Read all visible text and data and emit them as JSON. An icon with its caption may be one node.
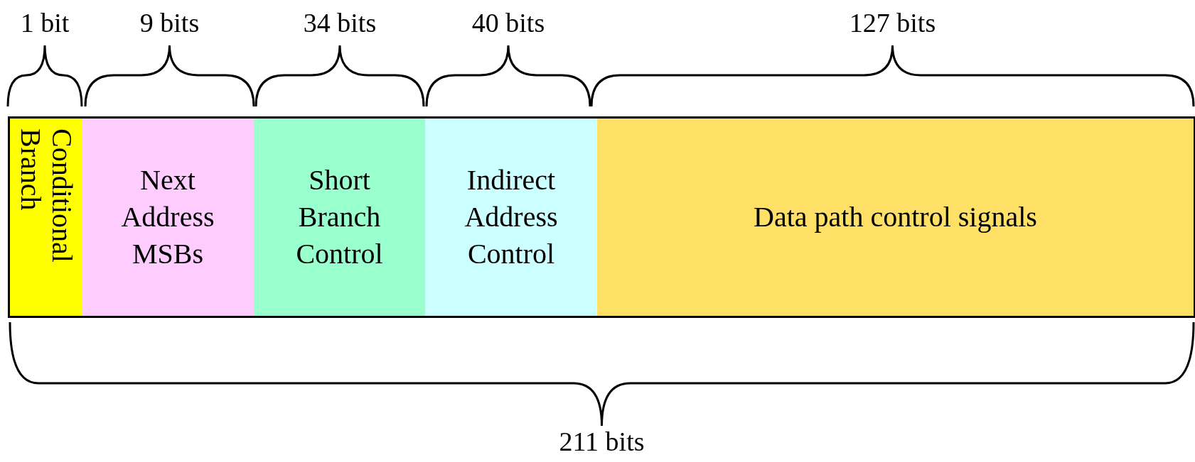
{
  "diagram": {
    "nodes": [
      {
        "text": [
          "Conditional Branch"
        ]
      },
      {
        "text": [
          "Next Address MSBs"
        ]
      },
      {
        "text": [
          "Short Branch Control"
        ]
      },
      {
        "text": [
          "Indirect Address Control"
        ]
      },
      {
        "text": [
          "Data path control signals"
        ]
      }
    ],
    "labels": [
      "1 bit",
      "9 bits",
      "34 bits",
      "40 bits",
      "127 bits",
      "211 bits"
    ]
  }
}
